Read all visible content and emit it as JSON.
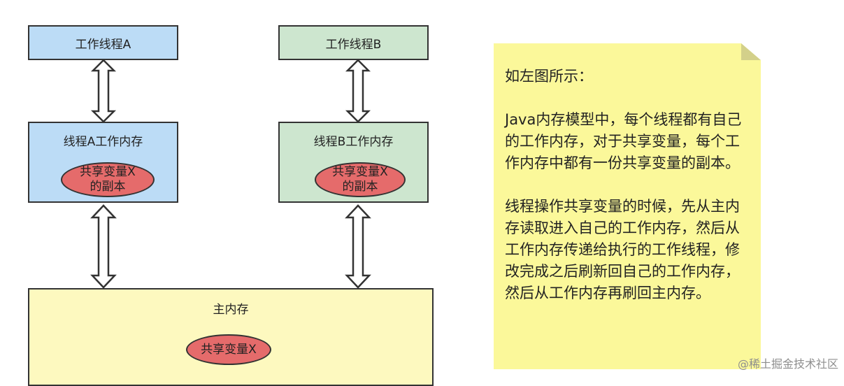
{
  "diagram": {
    "thread_a": {
      "title": "工作线程A",
      "memory_title": "线程A工作内存",
      "copy_line1": "共享变量X",
      "copy_line2": "的副本"
    },
    "thread_b": {
      "title": "工作线程B",
      "memory_title": "线程B工作内存",
      "copy_line1": "共享变量X",
      "copy_line2": "的副本"
    },
    "main_memory": {
      "title": "主内存",
      "variable": "共享变量X"
    },
    "colors": {
      "thread_a": "#bcdcf6",
      "thread_b": "#cde6cf",
      "main_memory": "#fdf9bf",
      "variable": "#e56b6b",
      "note": "#fbf89a",
      "note_fold": "#d3d08a"
    }
  },
  "note": {
    "heading": "如左图所示：",
    "paragraph1": "Java内存模型中，每个线程都有自己的工作内存，对于共享变量，每个工作内存中都有一份共享变量的副本。",
    "paragraph2": "线程操作共享变量的时候，先从主内存读取进入自己的工作内存，然后从工作内存传递给执行的工作线程，修改完成之后刷新回自己的工作内存，然后从工作内存再刷回主内存。"
  },
  "watermark": "@稀土掘金技术社区"
}
